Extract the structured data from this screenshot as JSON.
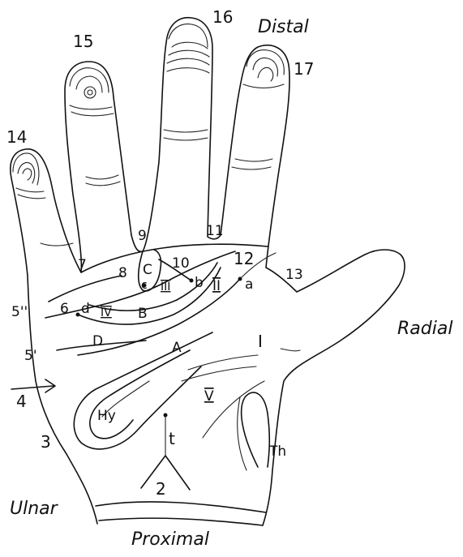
{
  "directions": {
    "distal": "Distal",
    "proximal": "Proximal",
    "radial": "Radial",
    "ulnar": "Ulnar"
  },
  "finger_labels": {
    "f14": "14",
    "f15": "15",
    "f16": "16",
    "f17": "17"
  },
  "interdigital_labels": {
    "n7": "7",
    "n8": "8",
    "n9": "9",
    "n10": "10",
    "n11": "11",
    "n12": "12",
    "n13": "13"
  },
  "margin_labels": {
    "n5pp": "5''",
    "n5p": "5'",
    "n4": "4",
    "n3": "3",
    "n6": "6",
    "n2": "2"
  },
  "triradii": {
    "a": "a",
    "b": "b",
    "c": "c",
    "d": "d",
    "t": "t"
  },
  "patterns": {
    "C": "C",
    "B": "B",
    "A": "A",
    "D": "D",
    "I": "I",
    "II": "II",
    "III": "III",
    "IV": "IV",
    "V": "V",
    "Hy": "Hy",
    "Th": "Th"
  }
}
